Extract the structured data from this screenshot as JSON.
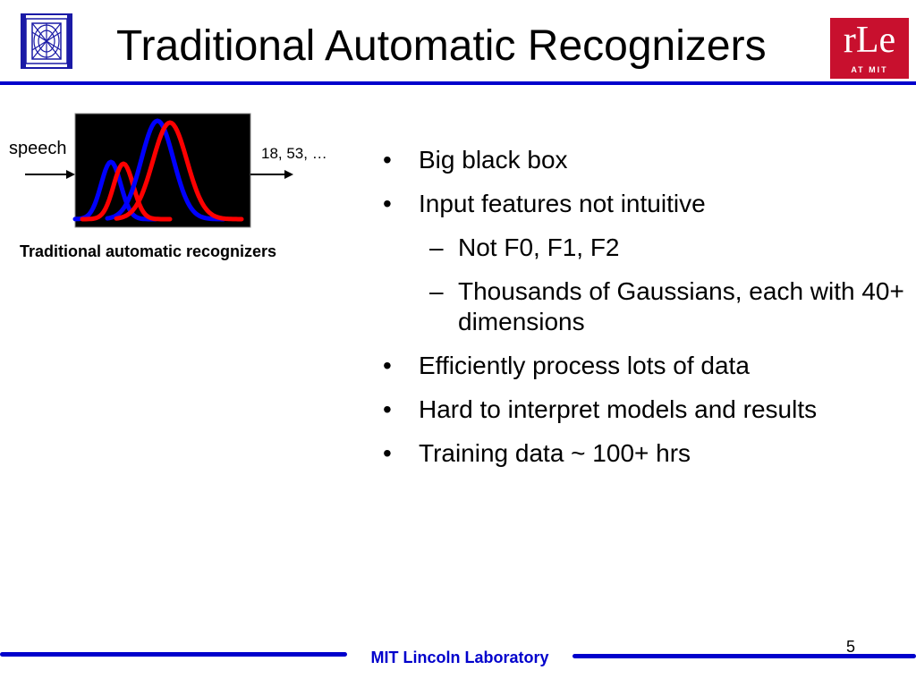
{
  "slide": {
    "title": "Traditional Automatic Recognizers",
    "page_number": "5"
  },
  "logos": {
    "left": "institution-emblem",
    "right_word": "rLe",
    "right_sub": "AT MIT"
  },
  "diagram": {
    "input_label": "speech",
    "output_label": "18, 53, …",
    "caption": "Traditional automatic recognizers",
    "curve_colors": [
      "#0000ff",
      "#ff0000"
    ]
  },
  "bullets": [
    {
      "level": 1,
      "marker": "•",
      "text": "Big black box"
    },
    {
      "level": 1,
      "marker": "•",
      "text": "Input features not intuitive"
    },
    {
      "level": 2,
      "marker": "–",
      "text": "Not F0, F1, F2"
    },
    {
      "level": 2,
      "marker": "–",
      "text": "Thousands of Gaussians, each with 40+ dimensions"
    },
    {
      "level": 1,
      "marker": "•",
      "text": "Efficiently process lots of data"
    },
    {
      "level": 1,
      "marker": "•",
      "text": "Hard to interpret models and results"
    },
    {
      "level": 1,
      "marker": "•",
      "text": "Training data ~ 100+ hrs"
    }
  ],
  "footer": {
    "lab": "MIT Lincoln Laboratory"
  },
  "colors": {
    "accent": "#0000cc",
    "rle_red": "#c8102e",
    "box": "#000000"
  }
}
